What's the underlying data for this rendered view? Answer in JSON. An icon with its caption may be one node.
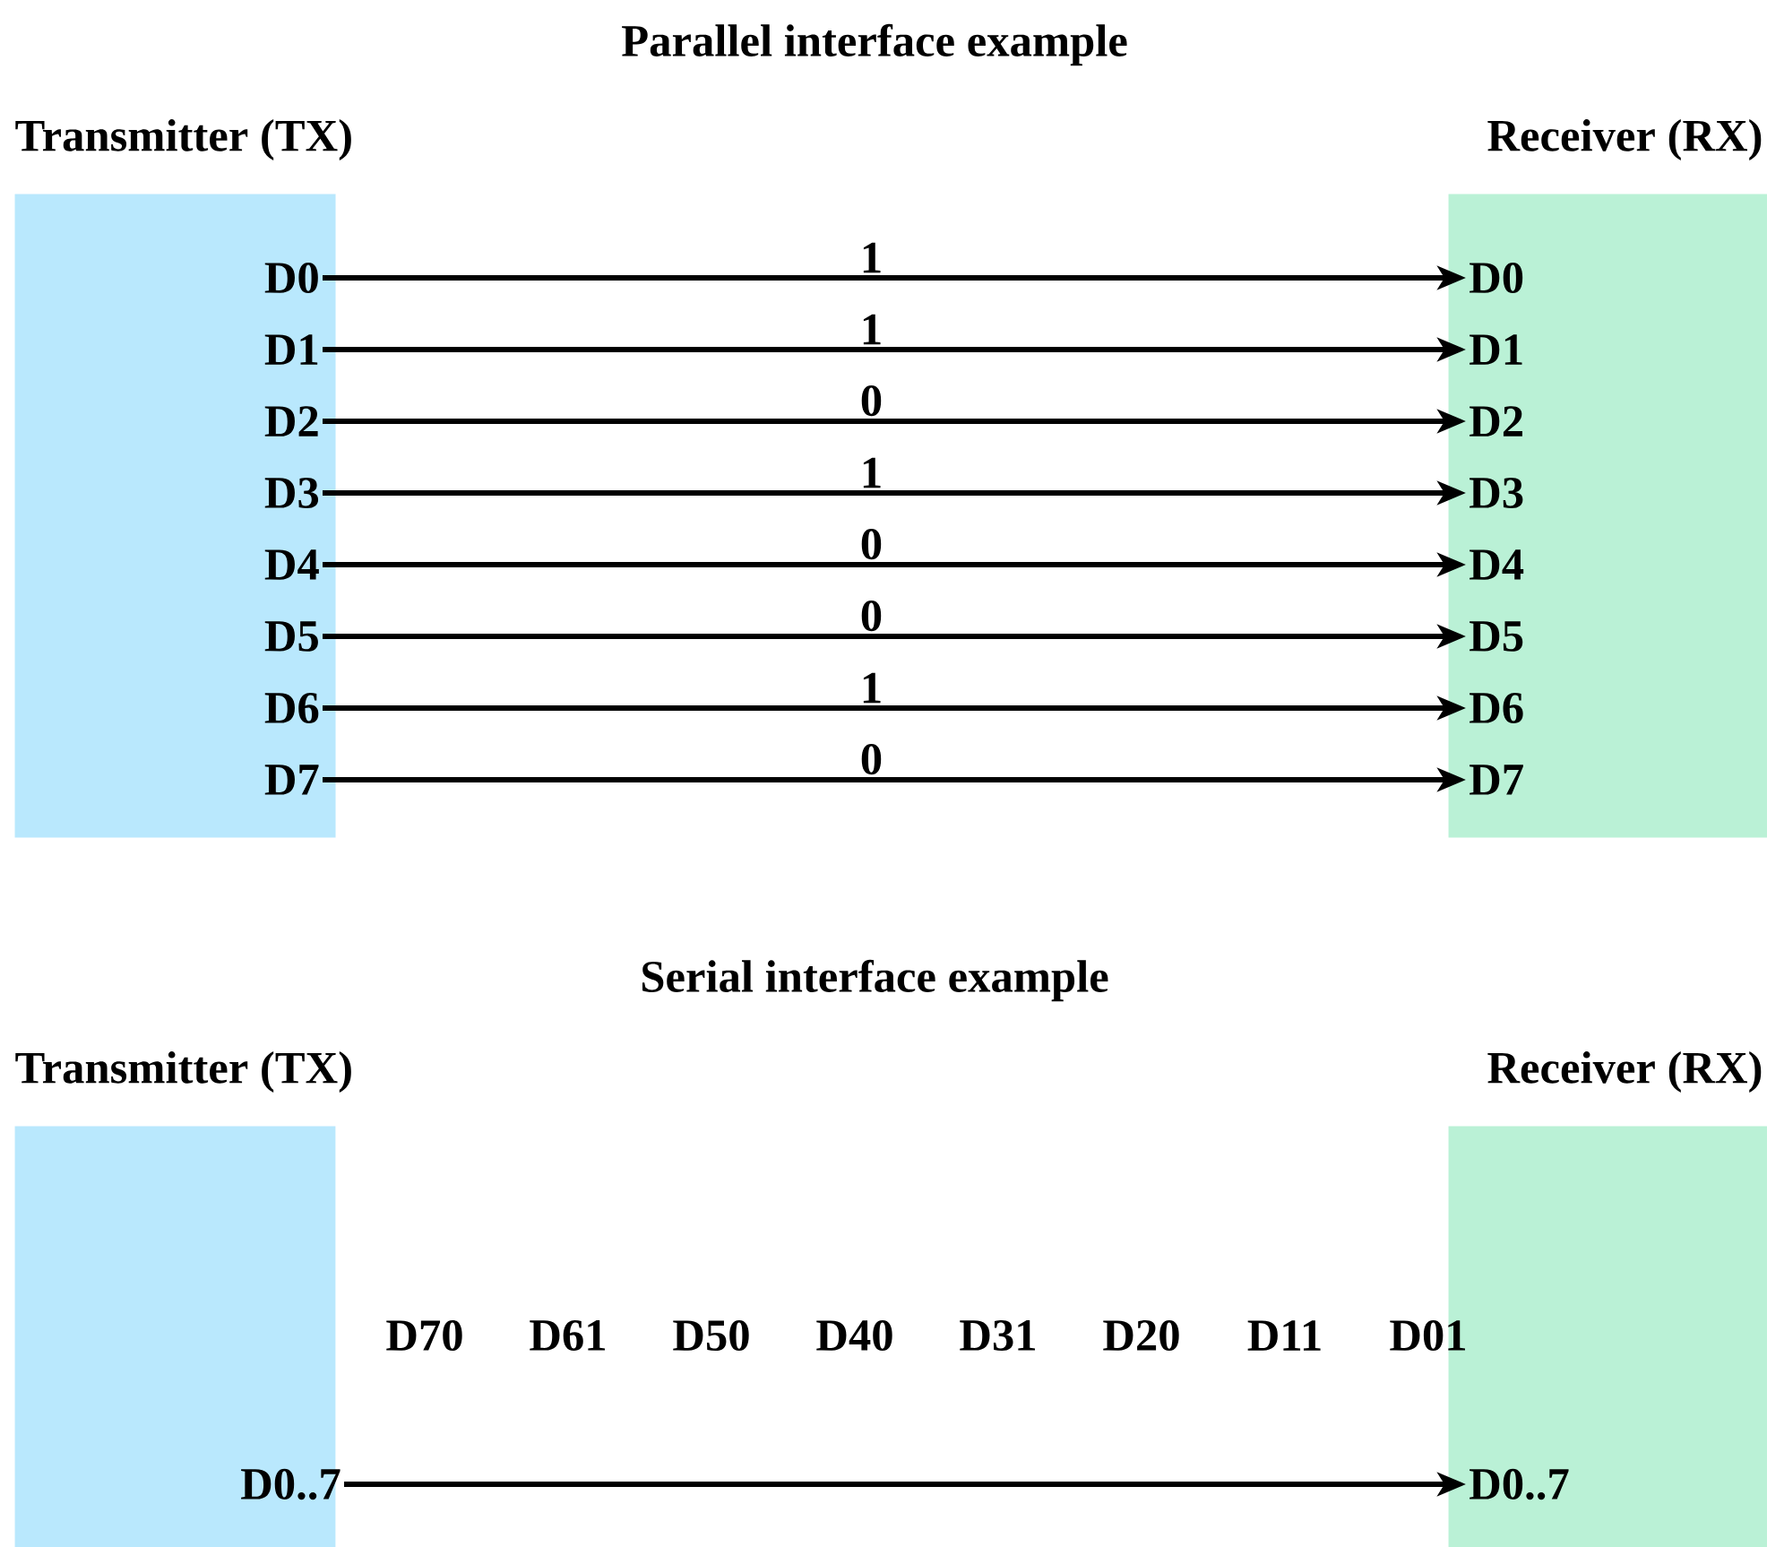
{
  "diagram": {
    "nodes": [
      {
        "text": [
          "Transmitter (TX)"
        ]
      },
      {
        "text": [
          "D0"
        ],
        "in": 0
      },
      {
        "text": [
          "D1"
        ],
        "in": 0
      },
      {
        "text": [
          "D2"
        ],
        "in": 0
      },
      {
        "text": [
          "D3"
        ],
        "in": 0
      },
      {
        "text": [
          "D4"
        ],
        "in": 0
      },
      {
        "text": [
          "D5"
        ],
        "in": 0
      },
      {
        "text": [
          "D6"
        ],
        "in": 0
      },
      {
        "text": [
          "D7"
        ],
        "in": 0
      },
      {
        "text": [
          "Receiver (RX)"
        ]
      },
      {
        "text": [
          "D0"
        ],
        "in": 9
      },
      {
        "text": [
          "D1"
        ],
        "in": 9
      },
      {
        "text": [
          "D2"
        ],
        "in": 9
      },
      {
        "text": [
          "D3"
        ],
        "in": 9
      },
      {
        "text": [
          "D4"
        ],
        "in": 9
      },
      {
        "text": [
          "D5"
        ],
        "in": 9
      },
      {
        "text": [
          "D6"
        ],
        "in": 9
      },
      {
        "text": [
          "D7"
        ],
        "in": 9
      },
      {
        "text": [
          "Transmitter (TX)"
        ]
      },
      {
        "text": [
          "D0..7"
        ],
        "in": 18
      },
      {
        "text": [
          "Receiver (RX)"
        ]
      },
      {
        "text": [
          "D0..7"
        ],
        "in": 20
      }
    ],
    "edges": [
      {
        "from": 1,
        "to": 10,
        "arrow": "to",
        "label": "1"
      },
      {
        "from": 2,
        "to": 11,
        "arrow": "to",
        "label": "1"
      },
      {
        "from": 3,
        "to": 12,
        "arrow": "to",
        "label": "0"
      },
      {
        "from": 4,
        "to": 13,
        "arrow": "to",
        "label": "1"
      },
      {
        "from": 5,
        "to": 14,
        "arrow": "to",
        "label": "0"
      },
      {
        "from": 6,
        "to": 15,
        "arrow": "to",
        "label": "0"
      },
      {
        "from": 7,
        "to": 16,
        "arrow": "to",
        "label": "1"
      },
      {
        "from": 8,
        "to": 17,
        "arrow": "to",
        "label": "0"
      },
      {
        "from": 19,
        "to": 21,
        "arrow": "to"
      }
    ],
    "labels": [
      "Parallel interface example",
      "Serial interface example",
      "D70",
      "D61",
      "D50",
      "D40",
      "D31",
      "D20",
      "D11",
      "D01"
    ]
  }
}
